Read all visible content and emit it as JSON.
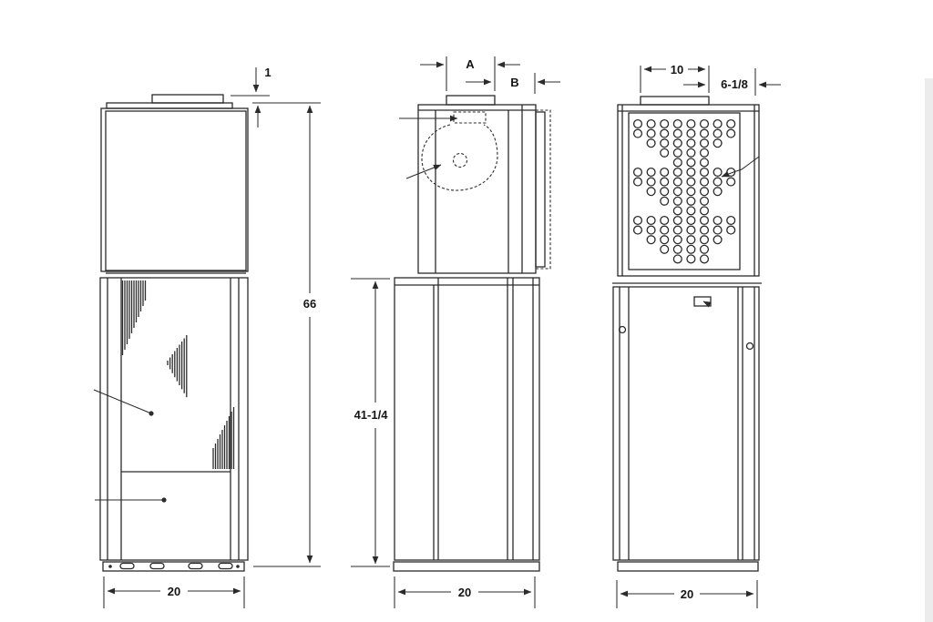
{
  "title": "Floor-standing unit dimensional drawing — front, side and rear views",
  "colors": {
    "line": "#2b2b2b",
    "text": "#151515",
    "background": "#ffffff",
    "page_edge": "#ececec"
  },
  "views": {
    "front": {
      "label_cap_height": "1",
      "label_overall_height": "66",
      "label_width": "20"
    },
    "side": {
      "label_a": "A",
      "label_b": "B",
      "label_cabinet_height": "41-1/4",
      "label_depth": "20"
    },
    "rear": {
      "label_cap_width": "10",
      "label_cap_offset": "6-1/8",
      "label_width": "20"
    }
  },
  "perforation": {
    "columns": 8,
    "hole_rows": [
      [
        0,
        7
      ],
      [
        0,
        7
      ],
      [
        1,
        6
      ],
      [
        2,
        5
      ],
      [
        3,
        5
      ],
      [
        0,
        7
      ],
      [
        0,
        7
      ],
      [
        1,
        6
      ],
      [
        2,
        5
      ],
      [
        3,
        5
      ],
      [
        0,
        7
      ],
      [
        0,
        7
      ],
      [
        1,
        6
      ],
      [
        2,
        5
      ],
      [
        3,
        5
      ]
    ]
  }
}
